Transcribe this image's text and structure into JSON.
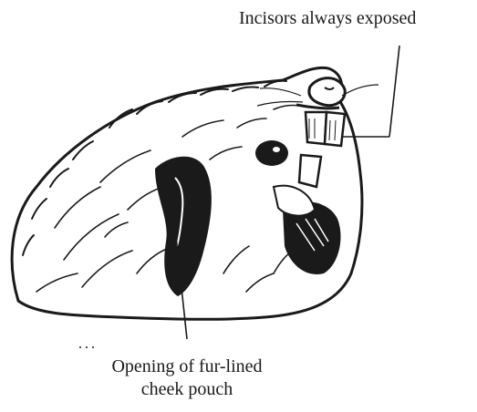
{
  "figure": {
    "subject": "rodent-head-illustration",
    "style": "black-and-white-ink-drawing"
  },
  "labels": {
    "incisors": "Incisors always exposed",
    "cheek_pouch_line1": "Opening of fur-lined",
    "cheek_pouch_line2": "cheek pouch"
  },
  "colors": {
    "ink": "#1a1a1a",
    "background": "#ffffff"
  }
}
